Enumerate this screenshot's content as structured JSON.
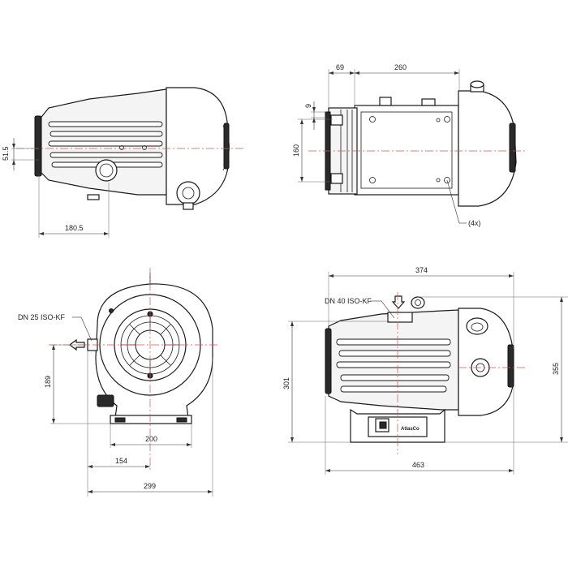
{
  "drawing": {
    "views": [
      {
        "id": "side-view-top-left"
      },
      {
        "id": "top-view-top-right"
      },
      {
        "id": "front-view-bottom-left"
      },
      {
        "id": "side-view-bottom-right"
      }
    ],
    "dimensions": {
      "d_51_5": "51.5",
      "d_180_5": "180.5",
      "d_69": "69",
      "d_260": "260",
      "d_9": "9",
      "d_160": "160",
      "d_374": "374",
      "d_355": "355",
      "d_301": "301",
      "d_463": "463",
      "d_189": "189",
      "d_200": "200",
      "d_154": "154",
      "d_299": "299"
    },
    "callouts": {
      "hole_count": "(4x)",
      "inlet_flange": "DN 40 ISO-KF",
      "exhaust_flange": "DN 25 ISO-KF"
    },
    "nameplate_text": "AtlasCo"
  }
}
